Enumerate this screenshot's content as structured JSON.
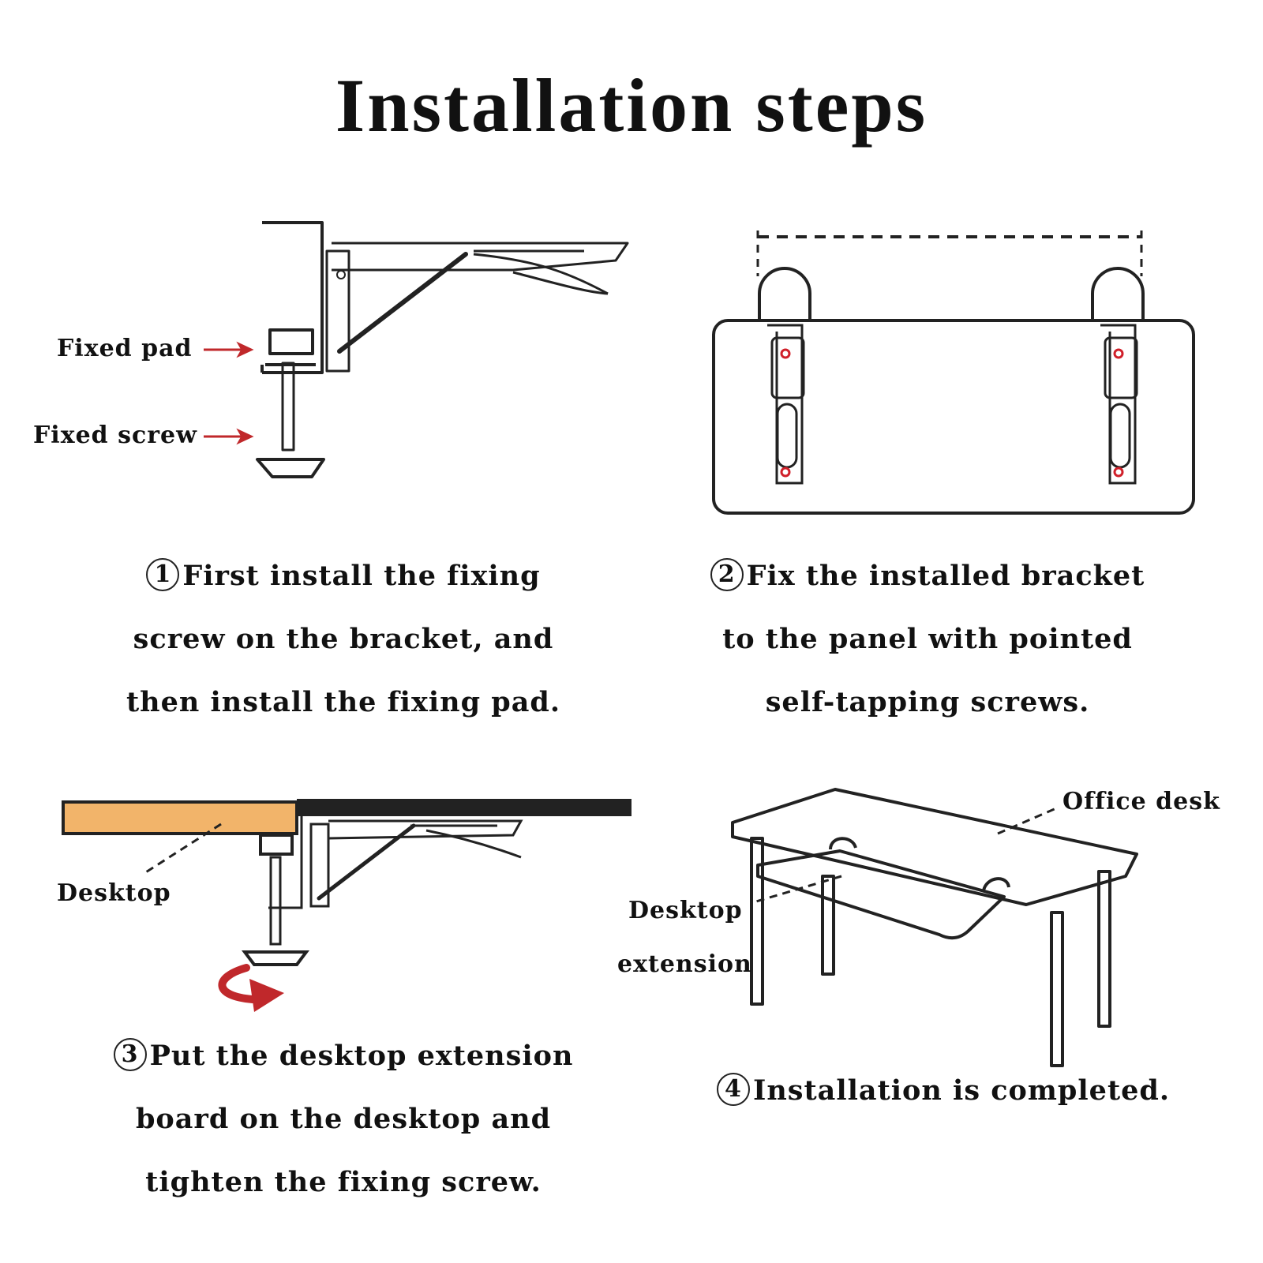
{
  "title": "Installation steps",
  "labels": {
    "fixed_pad": "Fixed pad",
    "fixed_screw": "Fixed screw",
    "desktop": "Desktop",
    "office_desk": "Office desk",
    "desktop_extension_line1": "Desktop",
    "desktop_extension_line2": "extension"
  },
  "steps": [
    {
      "number": "1",
      "lines": [
        "First install the fixing",
        "screw on the bracket, and",
        "then install the fixing pad."
      ]
    },
    {
      "number": "2",
      "lines": [
        "Fix the installed bracket",
        "to the panel with pointed",
        "self-tapping screws."
      ]
    },
    {
      "number": "3",
      "lines": [
        "Put the desktop extension",
        "board on the desktop and",
        "tighten the fixing screw."
      ]
    },
    {
      "number": "4",
      "lines": [
        "Installation is completed."
      ]
    }
  ],
  "colors": {
    "line": "#222222",
    "arrow_red": "#c0282b",
    "screw_red": "#d0202a",
    "desktop_wood": "#f2b46a"
  }
}
